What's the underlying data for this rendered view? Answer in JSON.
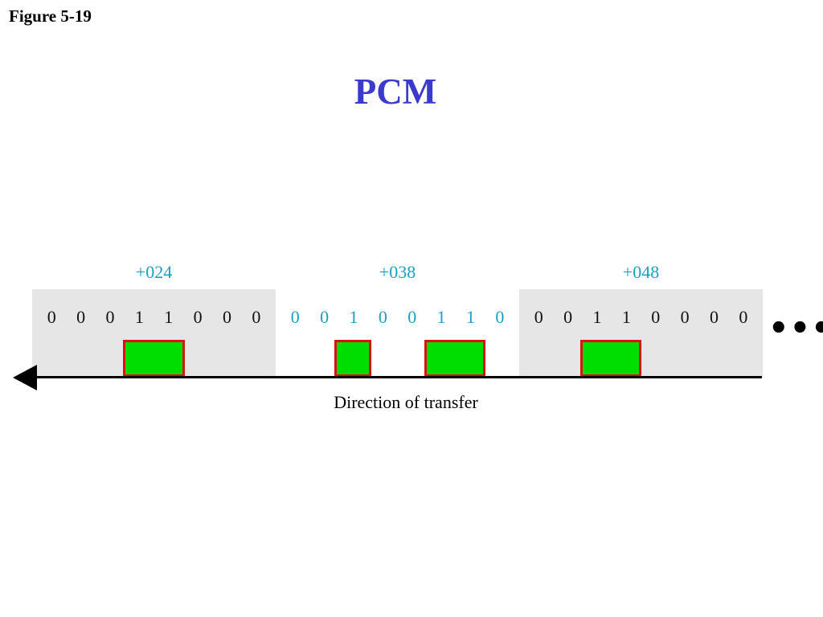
{
  "figure_label": "Figure 5-19",
  "title": "PCM",
  "colors": {
    "title": "#3a3acc",
    "value_text": "#1a9fc4",
    "bit_text_dark": "#111111",
    "bit_text_blue": "#1a9fc4",
    "shaded_background": "#e6e6e6",
    "pulse_fill": "#00dd00",
    "pulse_border": "#dd1111"
  },
  "samples": [
    {
      "value": "+024",
      "bits": [
        "0",
        "0",
        "0",
        "1",
        "1",
        "0",
        "0",
        "0"
      ],
      "shaded": true
    },
    {
      "value": "+038",
      "bits": [
        "0",
        "0",
        "1",
        "0",
        "0",
        "1",
        "1",
        "0"
      ],
      "shaded": false
    },
    {
      "value": "+048",
      "bits": [
        "0",
        "0",
        "1",
        "1",
        "0",
        "0",
        "0",
        "0"
      ],
      "shaded": true
    }
  ],
  "continuation": "•••",
  "caption": "Direction of transfer"
}
